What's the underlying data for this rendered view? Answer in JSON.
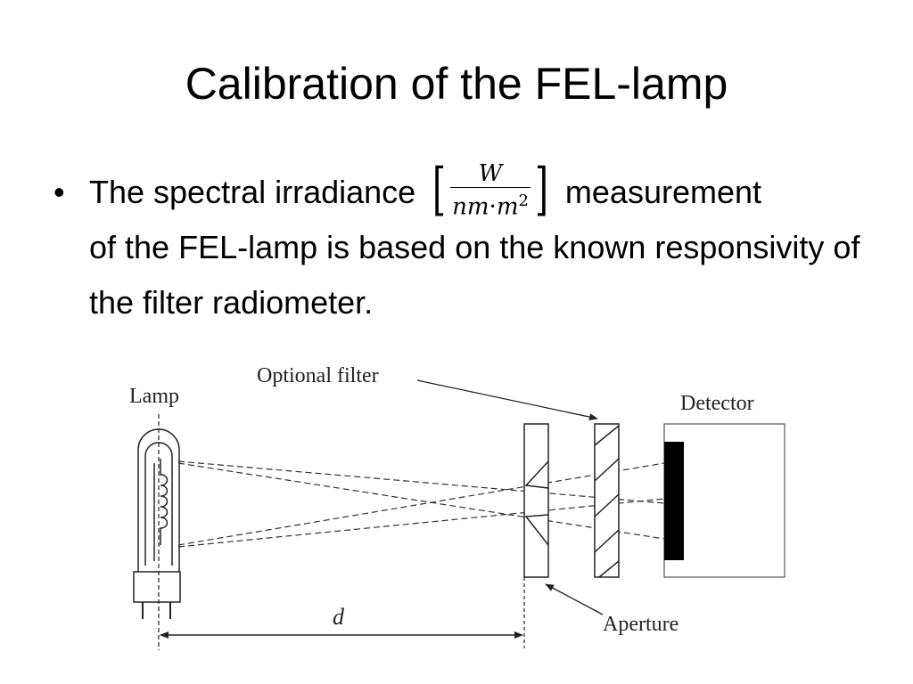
{
  "slide": {
    "title": "Calibration of the FEL-lamp",
    "bullet": {
      "symbol": "•",
      "text_before": "The spectral irradiance",
      "unit_open": "[",
      "unit_numerator": "W",
      "unit_denominator": "nm·m",
      "unit_exponent": "2",
      "unit_close": "]",
      "text_after_first": "measurement",
      "text_rest": "of the FEL-lamp is based on the known responsivity of the filter radiometer."
    }
  },
  "diagram": {
    "labels": {
      "lamp": "Lamp",
      "optional_filter": "Optional filter",
      "detector": "Detector",
      "distance": "d",
      "aperture": "Aperture"
    },
    "colors": {
      "line": "#222222",
      "detector_element": "#000000",
      "background": "#ffffff"
    }
  }
}
